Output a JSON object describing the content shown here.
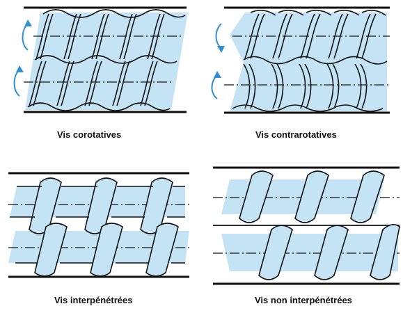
{
  "figure": {
    "panels": [
      {
        "id": "corotatives",
        "caption": "Vis corotatives",
        "has_rotation_arrows": true
      },
      {
        "id": "contrarotatives",
        "caption": "Vis contrarotatives",
        "has_rotation_arrows": true
      },
      {
        "id": "interpenetrees",
        "caption": "Vis interpénétrées",
        "has_rotation_arrows": false
      },
      {
        "id": "non-interpenetrees",
        "caption": "Vis non interpénétrées",
        "has_rotation_arrows": false
      }
    ],
    "colors": {
      "screw_fill": "#c4e3f5",
      "outline": "#111111",
      "arrow": "#2f8fd0",
      "background": "#ffffff"
    }
  }
}
